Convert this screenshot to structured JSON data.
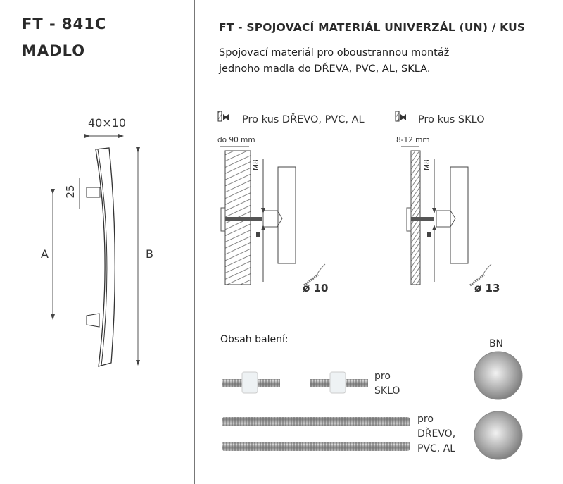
{
  "product": {
    "code": "FT - 841C",
    "name": "MADLO"
  },
  "handle_dims": {
    "section": "40×10",
    "leg_offset": "25",
    "label_a": "A",
    "label_b": "B"
  },
  "header": "FT - SPOJOVACÍ MATERIÁL UNIVERZÁL (UN) / KUS",
  "description": [
    "Spojovací materiál pro oboustrannou montáž",
    "jednoho madla do DŘEVA, PVC, AL, SKLA."
  ],
  "mount_wood": {
    "title": "Pro kus DŘEVO, PVC, AL",
    "thickness": "do 90 mm",
    "thread": "M8",
    "wrench": "ø 10"
  },
  "mount_glass": {
    "title": "Pro kus SKLO",
    "thickness": "8-12 mm",
    "thread": "M8",
    "wrench": "ø 13"
  },
  "package": {
    "title": "Obsah balení:",
    "short_label": [
      "pro",
      "SKLO"
    ],
    "long_label": [
      "pro",
      "DŘEVO,",
      "PVC, AL"
    ],
    "finish": "BN"
  }
}
